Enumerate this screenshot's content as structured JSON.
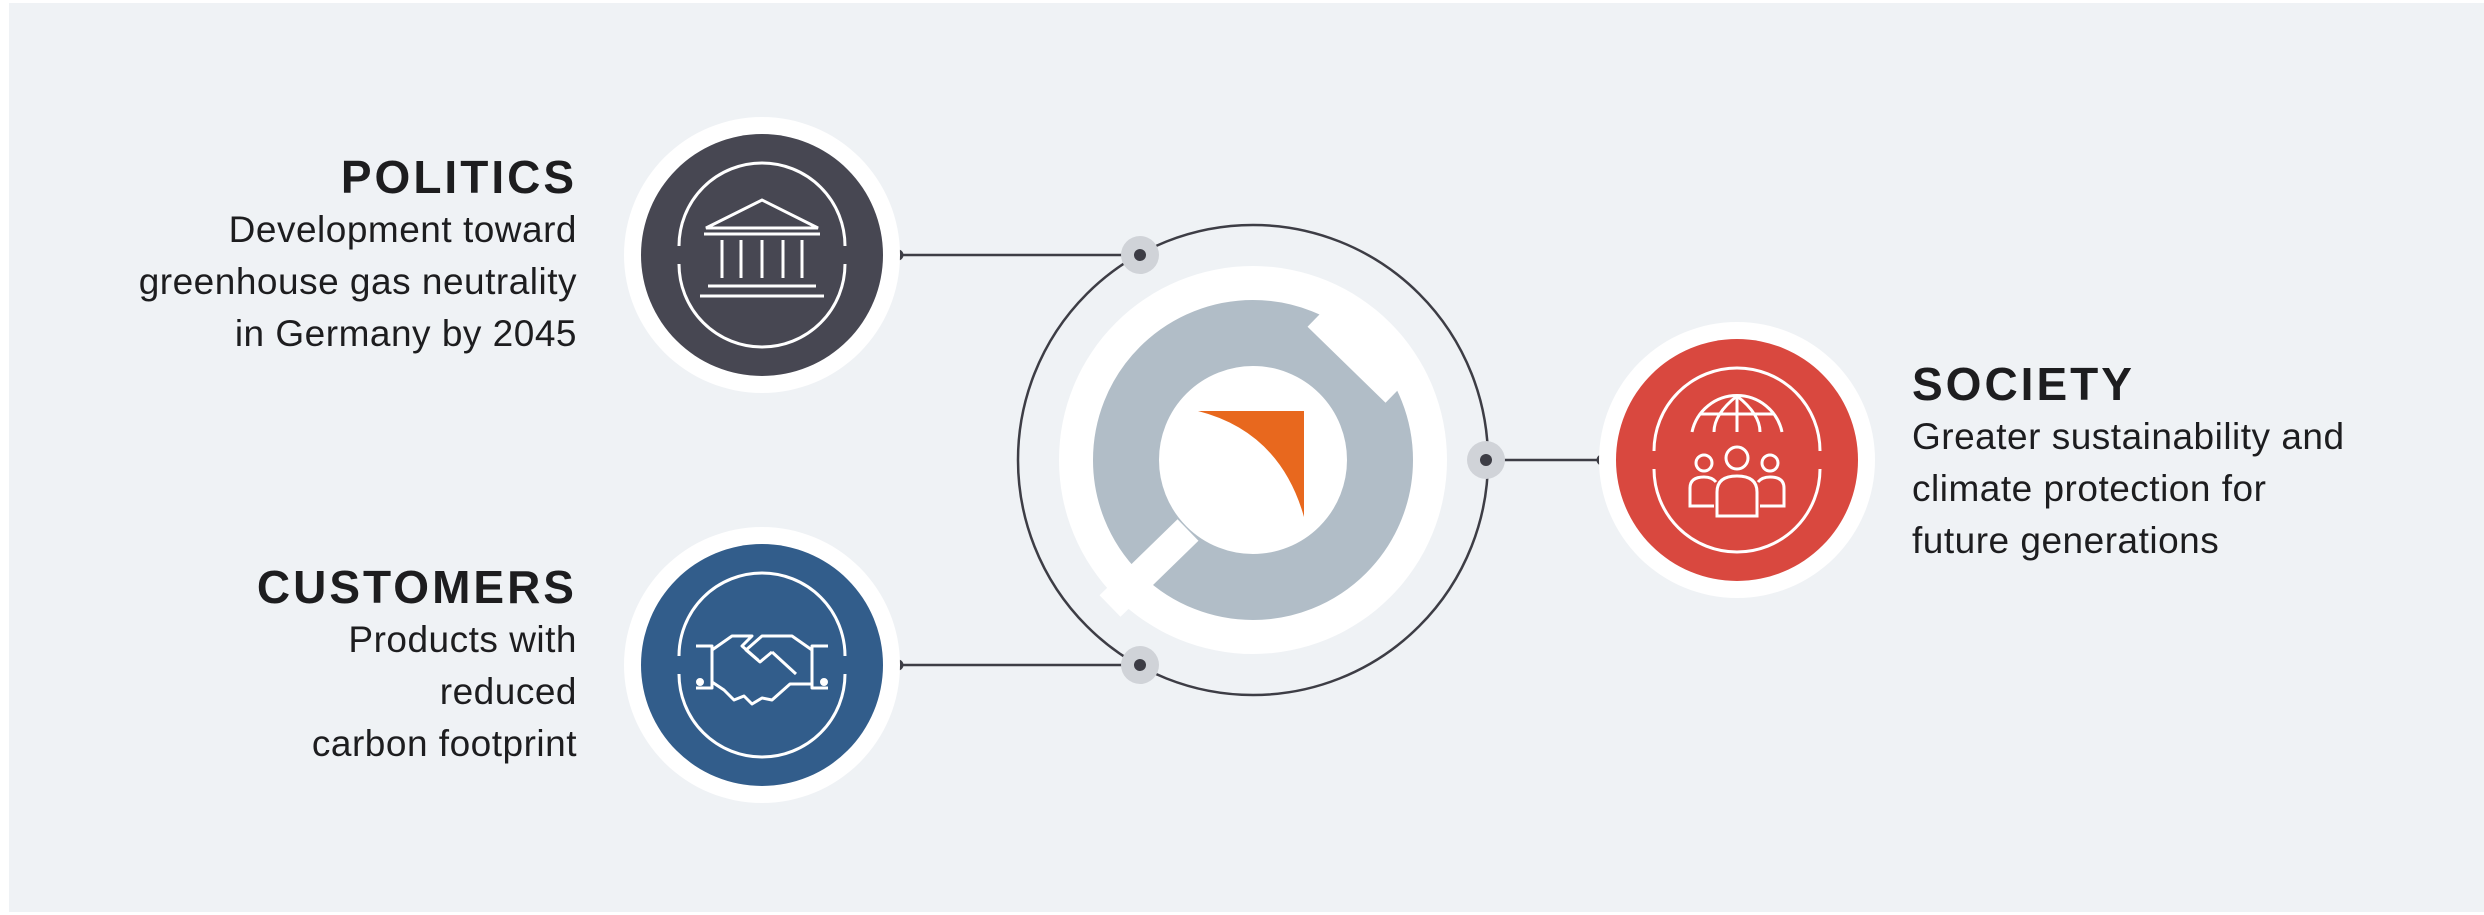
{
  "politics": {
    "title": "POLITICS",
    "desc_lines": [
      "Development toward",
      "greenhouse gas neutrality",
      "in Germany by 2045"
    ],
    "icon": "government-building-icon",
    "color": "#474752"
  },
  "customers": {
    "title": "CUSTOMERS",
    "desc_lines": [
      "Products with",
      "reduced",
      "carbon footprint"
    ],
    "icon": "handshake-icon",
    "color": "#325d8b"
  },
  "society": {
    "title": "SOCIETY",
    "desc_lines": [
      "Greater sustainability and",
      "climate protection for",
      "future generations"
    ],
    "icon": "globe-people-icon",
    "color": "#d9483f"
  },
  "center": {
    "logo": "company-logo-icon",
    "ring_color": "#b1bdc7",
    "accent_color": "#e8681e"
  }
}
